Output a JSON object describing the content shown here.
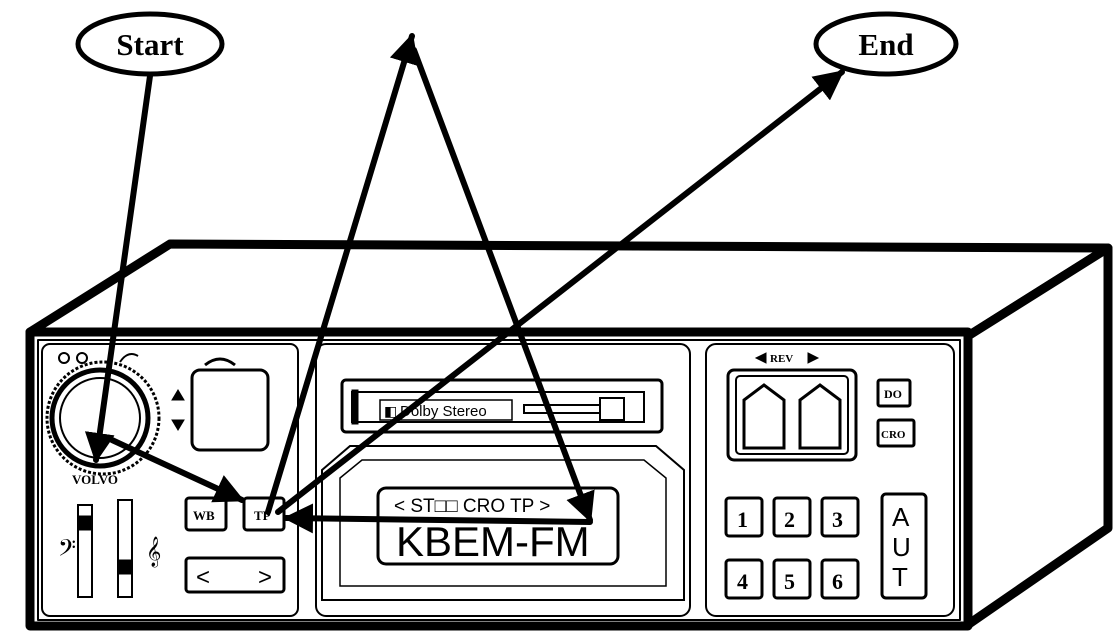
{
  "labels": {
    "start": "Start",
    "end": "End"
  },
  "radio": {
    "brand": "VOLVO",
    "cassette_label": "Dolby Stereo",
    "rev_label": "REV",
    "display_top": "< ST□□ CRO TP >",
    "display_main": "KBEM-FM",
    "buttons": {
      "wb": "WB",
      "tp": "TP",
      "seek_left": "<",
      "seek_right": ">",
      "dolby": "DO",
      "cro": "CRO",
      "aut": [
        "A",
        "U",
        "T"
      ],
      "presets": [
        "1",
        "2",
        "3",
        "4",
        "5",
        "6"
      ]
    }
  },
  "colors": {
    "ink": "#000000",
    "paper": "#ffffff"
  }
}
